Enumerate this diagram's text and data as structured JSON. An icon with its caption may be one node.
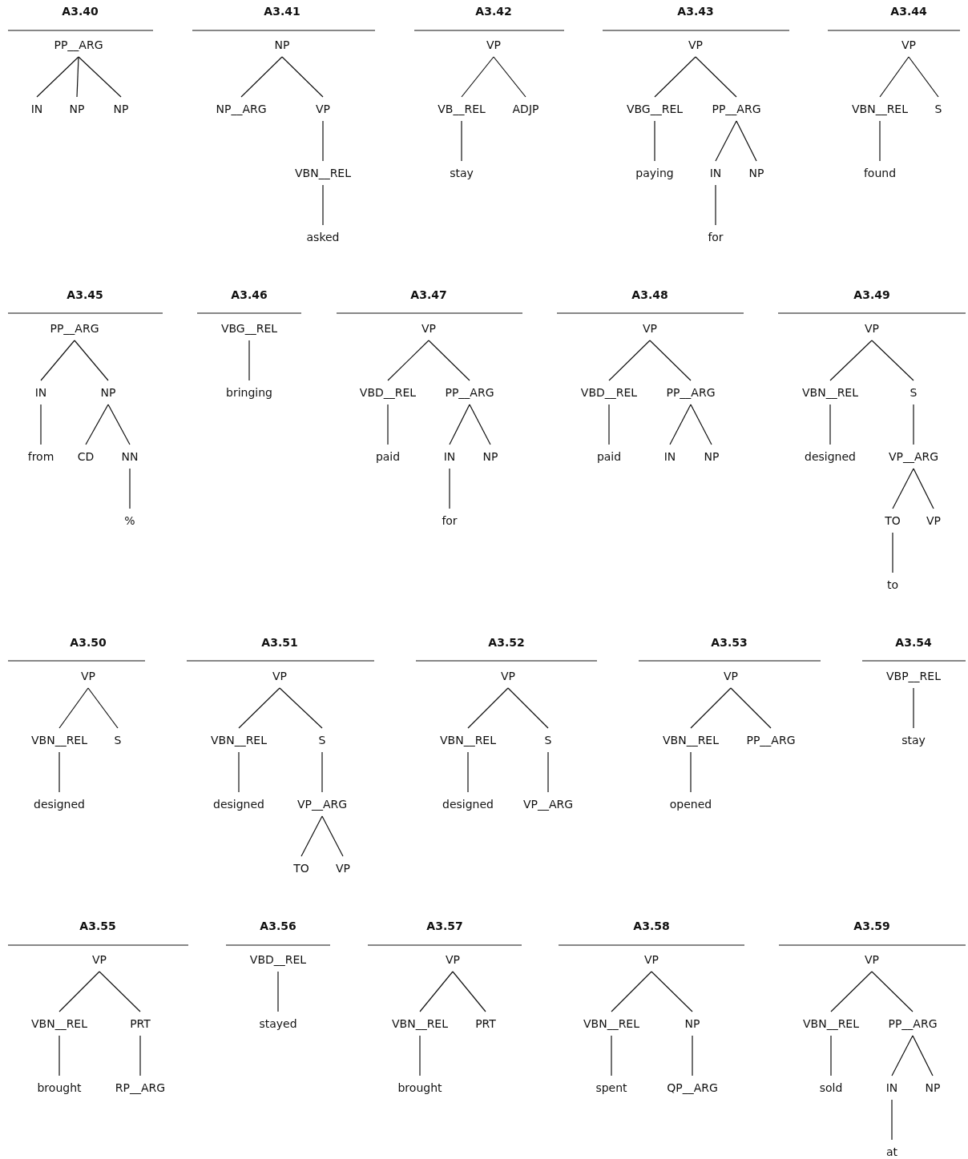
{
  "diagram": {
    "nodes": [
      {
        "text": [
          "PP__ARG"
        ]
      },
      {
        "text": [
          "IN"
        ]
      },
      {
        "text": [
          "NP"
        ]
      },
      {
        "text": [
          "NP"
        ]
      },
      {
        "text": [
          "NP"
        ]
      },
      {
        "text": [
          "NP__ARG"
        ]
      },
      {
        "text": [
          "VP"
        ]
      },
      {
        "text": [
          "VBN__REL"
        ]
      },
      {
        "text": [
          "asked"
        ]
      },
      {
        "text": [
          "VP"
        ]
      },
      {
        "text": [
          "VB__REL"
        ]
      },
      {
        "text": [
          "ADJP"
        ]
      },
      {
        "text": [
          "stay"
        ]
      },
      {
        "text": [
          "VP"
        ]
      },
      {
        "text": [
          "VBG__REL"
        ]
      },
      {
        "text": [
          "PP__ARG"
        ]
      },
      {
        "text": [
          "paying"
        ]
      },
      {
        "text": [
          "IN"
        ]
      },
      {
        "text": [
          "NP"
        ]
      },
      {
        "text": [
          "for"
        ]
      },
      {
        "text": [
          "VP"
        ]
      },
      {
        "text": [
          "VBN__REL"
        ]
      },
      {
        "text": [
          "S"
        ]
      },
      {
        "text": [
          "found"
        ]
      },
      {
        "text": [
          "PP__ARG"
        ]
      },
      {
        "text": [
          "IN"
        ]
      },
      {
        "text": [
          "NP"
        ]
      },
      {
        "text": [
          "from"
        ]
      },
      {
        "text": [
          "CD"
        ]
      },
      {
        "text": [
          "NN"
        ]
      },
      {
        "text": [
          "%"
        ]
      },
      {
        "text": [
          "VBG__REL"
        ]
      },
      {
        "text": [
          "bringing"
        ]
      },
      {
        "text": [
          "VP"
        ]
      },
      {
        "text": [
          "VBD__REL"
        ]
      },
      {
        "text": [
          "PP__ARG"
        ]
      },
      {
        "text": [
          "paid"
        ]
      },
      {
        "text": [
          "IN"
        ]
      },
      {
        "text": [
          "NP"
        ]
      },
      {
        "text": [
          "for"
        ]
      },
      {
        "text": [
          "VP"
        ]
      },
      {
        "text": [
          "VBD__REL"
        ]
      },
      {
        "text": [
          "PP__ARG"
        ]
      },
      {
        "text": [
          "paid"
        ]
      },
      {
        "text": [
          "IN"
        ]
      },
      {
        "text": [
          "NP"
        ]
      },
      {
        "text": [
          "VP"
        ]
      },
      {
        "text": [
          "VBN__REL"
        ]
      },
      {
        "text": [
          "S"
        ]
      },
      {
        "text": [
          "designed"
        ]
      },
      {
        "text": [
          "VP__ARG"
        ]
      },
      {
        "text": [
          "TO"
        ]
      },
      {
        "text": [
          "VP"
        ]
      },
      {
        "text": [
          "to"
        ]
      },
      {
        "text": [
          "VP"
        ]
      },
      {
        "text": [
          "VBN__REL"
        ]
      },
      {
        "text": [
          "S"
        ]
      },
      {
        "text": [
          "designed"
        ]
      },
      {
        "text": [
          "VP"
        ]
      },
      {
        "text": [
          "VBN__REL"
        ]
      },
      {
        "text": [
          "S"
        ]
      },
      {
        "text": [
          "designed"
        ]
      },
      {
        "text": [
          "VP__ARG"
        ]
      },
      {
        "text": [
          "TO"
        ]
      },
      {
        "text": [
          "VP"
        ]
      },
      {
        "text": [
          "VP"
        ]
      },
      {
        "text": [
          "VBN__REL"
        ]
      },
      {
        "text": [
          "S"
        ]
      },
      {
        "text": [
          "designed"
        ]
      },
      {
        "text": [
          "VP__ARG"
        ]
      },
      {
        "text": [
          "VP"
        ]
      },
      {
        "text": [
          "VBN__REL"
        ]
      },
      {
        "text": [
          "PP__ARG"
        ]
      },
      {
        "text": [
          "opened"
        ]
      },
      {
        "text": [
          "VBP__REL"
        ]
      },
      {
        "text": [
          "stay"
        ]
      },
      {
        "text": [
          "VP"
        ]
      },
      {
        "text": [
          "VBN__REL"
        ]
      },
      {
        "text": [
          "PRT"
        ]
      },
      {
        "text": [
          "brought"
        ]
      },
      {
        "text": [
          "RP__ARG"
        ]
      },
      {
        "text": [
          "VBD__REL"
        ]
      },
      {
        "text": [
          "stayed"
        ]
      },
      {
        "text": [
          "VP"
        ]
      },
      {
        "text": [
          "VBN__REL"
        ]
      },
      {
        "text": [
          "PRT"
        ]
      },
      {
        "text": [
          "brought"
        ]
      },
      {
        "text": [
          "VP"
        ]
      },
      {
        "text": [
          "VBN__REL"
        ]
      },
      {
        "text": [
          "NP"
        ]
      },
      {
        "text": [
          "spent"
        ]
      },
      {
        "text": [
          "QP__ARG"
        ]
      },
      {
        "text": [
          "VP"
        ]
      },
      {
        "text": [
          "VBN__REL"
        ]
      },
      {
        "text": [
          "PP__ARG"
        ]
      },
      {
        "text": [
          "sold"
        ]
      },
      {
        "text": [
          "IN"
        ]
      },
      {
        "text": [
          "NP"
        ]
      },
      {
        "text": [
          "at"
        ]
      }
    ],
    "edges": [
      {
        "from": 0,
        "to": 1,
        "arrow": "none"
      },
      {
        "from": 0,
        "to": 2,
        "arrow": "none"
      },
      {
        "from": 0,
        "to": 3,
        "arrow": "none"
      },
      {
        "from": 4,
        "to": 5,
        "arrow": "none"
      },
      {
        "from": 4,
        "to": 6,
        "arrow": "none"
      },
      {
        "from": 6,
        "to": 7,
        "arrow": "none"
      },
      {
        "from": 7,
        "to": 8,
        "arrow": "none"
      },
      {
        "from": 9,
        "to": 10,
        "arrow": "none"
      },
      {
        "from": 9,
        "to": 11,
        "arrow": "none"
      },
      {
        "from": 10,
        "to": 12,
        "arrow": "none"
      },
      {
        "from": 13,
        "to": 14,
        "arrow": "none"
      },
      {
        "from": 13,
        "to": 15,
        "arrow": "none"
      },
      {
        "from": 14,
        "to": 16,
        "arrow": "none"
      },
      {
        "from": 15,
        "to": 17,
        "arrow": "none"
      },
      {
        "from": 15,
        "to": 18,
        "arrow": "none"
      },
      {
        "from": 17,
        "to": 19,
        "arrow": "none"
      },
      {
        "from": 20,
        "to": 21,
        "arrow": "none"
      },
      {
        "from": 20,
        "to": 22,
        "arrow": "none"
      },
      {
        "from": 21,
        "to": 23,
        "arrow": "none"
      },
      {
        "from": 24,
        "to": 25,
        "arrow": "none"
      },
      {
        "from": 24,
        "to": 26,
        "arrow": "none"
      },
      {
        "from": 25,
        "to": 27,
        "arrow": "none"
      },
      {
        "from": 26,
        "to": 28,
        "arrow": "none"
      },
      {
        "from": 26,
        "to": 29,
        "arrow": "none"
      },
      {
        "from": 29,
        "to": 30,
        "arrow": "none"
      },
      {
        "from": 31,
        "to": 32,
        "arrow": "none"
      },
      {
        "from": 33,
        "to": 34,
        "arrow": "none"
      },
      {
        "from": 33,
        "to": 35,
        "arrow": "none"
      },
      {
        "from": 34,
        "to": 36,
        "arrow": "none"
      },
      {
        "from": 35,
        "to": 37,
        "arrow": "none"
      },
      {
        "from": 35,
        "to": 38,
        "arrow": "none"
      },
      {
        "from": 37,
        "to": 39,
        "arrow": "none"
      },
      {
        "from": 40,
        "to": 41,
        "arrow": "none"
      },
      {
        "from": 40,
        "to": 42,
        "arrow": "none"
      },
      {
        "from": 41,
        "to": 43,
        "arrow": "none"
      },
      {
        "from": 42,
        "to": 44,
        "arrow": "none"
      },
      {
        "from": 42,
        "to": 45,
        "arrow": "none"
      },
      {
        "from": 46,
        "to": 47,
        "arrow": "none"
      },
      {
        "from": 46,
        "to": 48,
        "arrow": "none"
      },
      {
        "from": 47,
        "to": 49,
        "arrow": "none"
      },
      {
        "from": 48,
        "to": 50,
        "arrow": "none"
      },
      {
        "from": 50,
        "to": 51,
        "arrow": "none"
      },
      {
        "from": 50,
        "to": 52,
        "arrow": "none"
      },
      {
        "from": 51,
        "to": 53,
        "arrow": "none"
      },
      {
        "from": 54,
        "to": 55,
        "arrow": "none"
      },
      {
        "from": 54,
        "to": 56,
        "arrow": "none"
      },
      {
        "from": 55,
        "to": 57,
        "arrow": "none"
      },
      {
        "from": 58,
        "to": 59,
        "arrow": "none"
      },
      {
        "from": 58,
        "to": 60,
        "arrow": "none"
      },
      {
        "from": 59,
        "to": 61,
        "arrow": "none"
      },
      {
        "from": 60,
        "to": 62,
        "arrow": "none"
      },
      {
        "from": 62,
        "to": 63,
        "arrow": "none"
      },
      {
        "from": 62,
        "to": 64,
        "arrow": "none"
      },
      {
        "from": 65,
        "to": 66,
        "arrow": "none"
      },
      {
        "from": 65,
        "to": 67,
        "arrow": "none"
      },
      {
        "from": 66,
        "to": 68,
        "arrow": "none"
      },
      {
        "from": 67,
        "to": 69,
        "arrow": "none"
      },
      {
        "from": 70,
        "to": 71,
        "arrow": "none"
      },
      {
        "from": 70,
        "to": 72,
        "arrow": "none"
      },
      {
        "from": 71,
        "to": 73,
        "arrow": "none"
      },
      {
        "from": 74,
        "to": 75,
        "arrow": "none"
      },
      {
        "from": 76,
        "to": 77,
        "arrow": "none"
      },
      {
        "from": 76,
        "to": 78,
        "arrow": "none"
      },
      {
        "from": 77,
        "to": 79,
        "arrow": "none"
      },
      {
        "from": 78,
        "to": 80,
        "arrow": "none"
      },
      {
        "from": 81,
        "to": 82,
        "arrow": "none"
      },
      {
        "from": 83,
        "to": 84,
        "arrow": "none"
      },
      {
        "from": 83,
        "to": 85,
        "arrow": "none"
      },
      {
        "from": 84,
        "to": 86,
        "arrow": "none"
      },
      {
        "from": 87,
        "to": 88,
        "arrow": "none"
      },
      {
        "from": 87,
        "to": 89,
        "arrow": "none"
      },
      {
        "from": 88,
        "to": 90,
        "arrow": "none"
      },
      {
        "from": 89,
        "to": 91,
        "arrow": "none"
      },
      {
        "from": 92,
        "to": 93,
        "arrow": "none"
      },
      {
        "from": 92,
        "to": 94,
        "arrow": "none"
      },
      {
        "from": 93,
        "to": 95,
        "arrow": "none"
      },
      {
        "from": 94,
        "to": 96,
        "arrow": "none"
      },
      {
        "from": 94,
        "to": 97,
        "arrow": "none"
      },
      {
        "from": 96,
        "to": 98,
        "arrow": "none"
      }
    ],
    "labels": [
      "A3.40",
      "A3.41",
      "A3.42",
      "A3.43",
      "A3.44",
      "A3.45",
      "A3.46",
      "A3.47",
      "A3.48",
      "A3.49",
      "A3.50",
      "A3.51",
      "A3.52",
      "A3.53",
      "A3.54",
      "A3.55",
      "A3.56",
      "A3.57",
      "A3.58",
      "A3.59"
    ]
  }
}
